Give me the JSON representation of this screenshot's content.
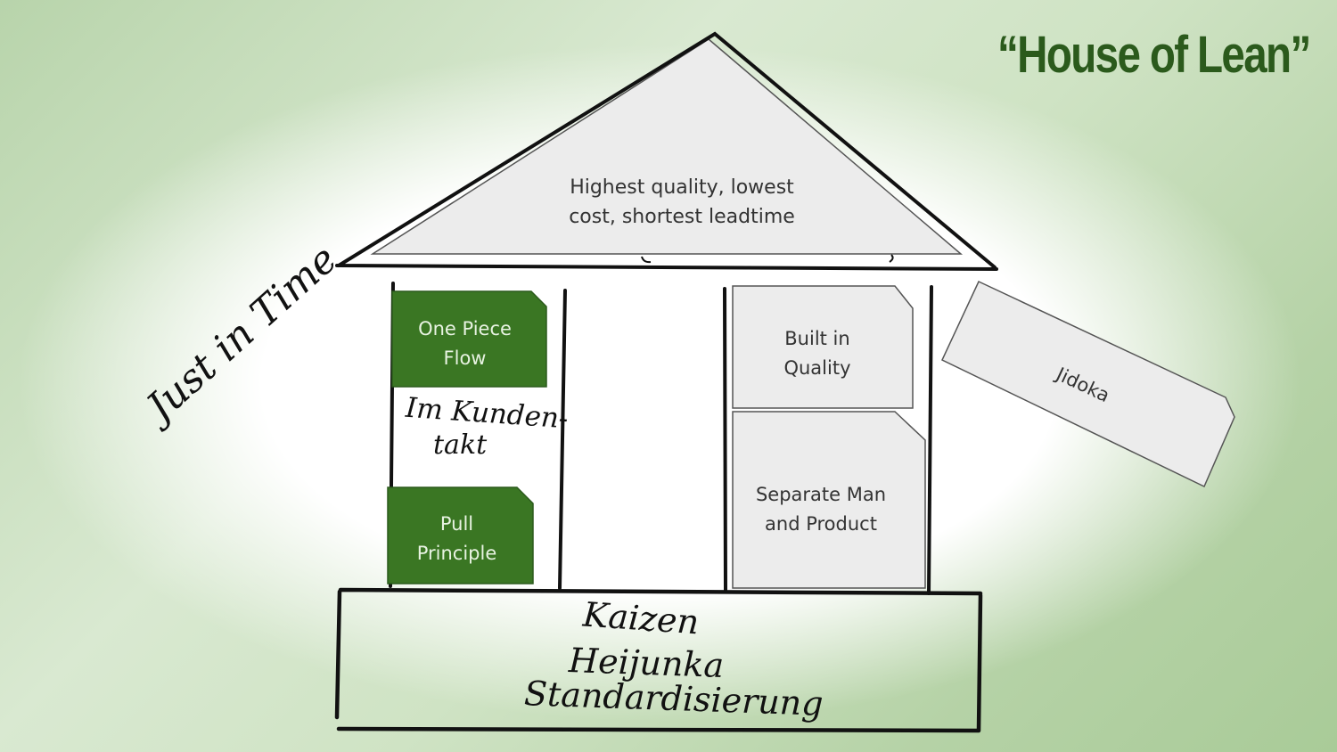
{
  "title": "“House of Lean”",
  "roof": {
    "text_line1": "Highest quality, lowest",
    "text_line2": "cost, shortest leadtime"
  },
  "left_pillar": {
    "side_label": "Just in Time",
    "top_box": {
      "line1": "One Piece",
      "line2": "Flow"
    },
    "handwritten_line1": "Im Kunden-",
    "handwritten_line2": "takt",
    "bottom_box": {
      "line1": "Pull",
      "line2": "Principle"
    }
  },
  "right_pillar": {
    "side_label": "Jidoka",
    "top_box": {
      "line1": "Built in",
      "line2": "Quality"
    },
    "bottom_box": {
      "line1": "Separate Man",
      "line2": "and Product"
    }
  },
  "foundation": {
    "line1": "Kaizen",
    "line2": "Heijunka",
    "line3": "Standardisierung"
  },
  "colors": {
    "green": "#3a7623",
    "title_green": "#2b5a1c",
    "box_gray": "#ececec",
    "stroke": "#111111"
  }
}
